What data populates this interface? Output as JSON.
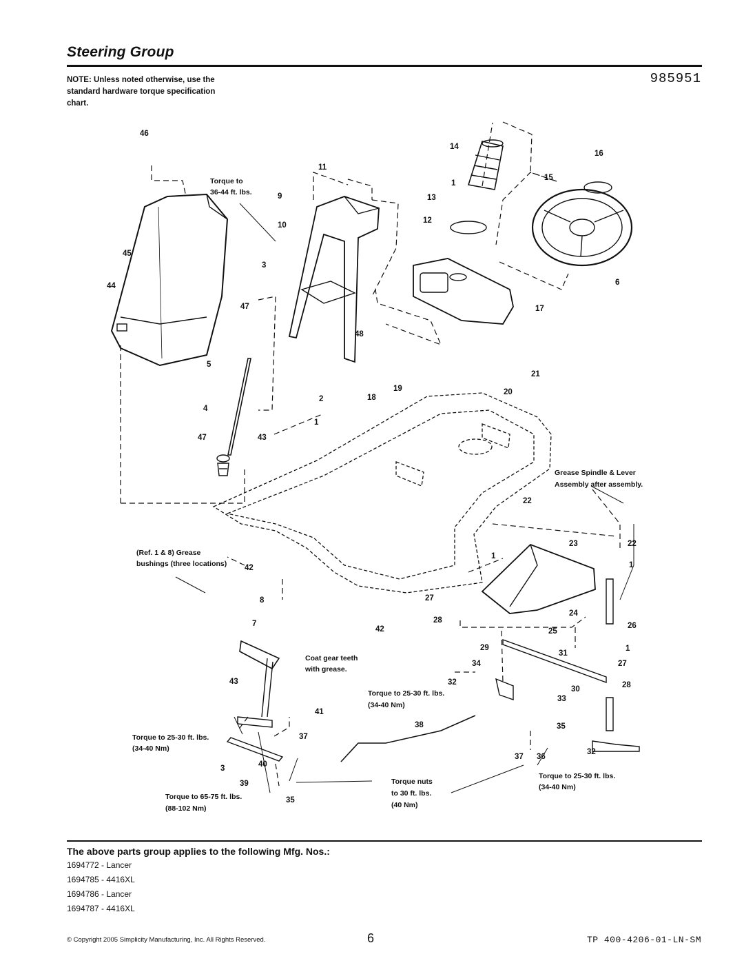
{
  "header": {
    "title": "Steering Group",
    "doc_number": "985951",
    "note": "NOTE: Unless noted otherwise, use the standard hardware torque specification chart."
  },
  "callouts": {
    "torque_36_44": [
      "Torque to",
      "36-44 ft. lbs."
    ],
    "grease_spindle": [
      "Grease Spindle & Lever",
      "Assembly after assembly."
    ],
    "ref_bushings": [
      "(Ref. 1 & 8) Grease",
      "bushings (three locations)"
    ],
    "coat_gear": [
      "Coat gear teeth",
      "with grease."
    ],
    "torque_32": [
      "Torque to 25-30 ft. lbs.",
      "(34-40 Nm)"
    ],
    "torque_left": [
      "Torque to 25-30 ft. lbs.",
      "(34-40 Nm)"
    ],
    "torque_right": [
      "Torque to 25-30 ft. lbs.",
      "(34-40 Nm)"
    ],
    "torque_65_75": [
      "Torque to 65-75 ft. lbs.",
      "(88-102 Nm)"
    ],
    "torque_nuts": [
      "Torque nuts",
      "to 30 ft. lbs.",
      "(40 Nm)"
    ]
  },
  "part_numbers": [
    "46",
    "45",
    "44",
    "5",
    "4",
    "47",
    "47",
    "43",
    "11",
    "9",
    "10",
    "3",
    "2",
    "1",
    "48",
    "14",
    "1",
    "13",
    "12",
    "16",
    "15",
    "6",
    "17",
    "21",
    "20",
    "19",
    "18",
    "22",
    "23",
    "22",
    "1",
    "1",
    "27",
    "28",
    "24",
    "25",
    "26",
    "29",
    "31",
    "1",
    "34",
    "27",
    "32",
    "33",
    "30",
    "28",
    "38",
    "35",
    "37",
    "36",
    "32",
    "42",
    "8",
    "7",
    "42",
    "43",
    "41",
    "37",
    "3",
    "40",
    "39",
    "35"
  ],
  "applies_to": {
    "heading": "The above parts group applies to the following Mfg. Nos.:",
    "items": [
      "1694772 - Lancer",
      "1694785 - 4416XL",
      "1694786 - Lancer",
      "1694787 - 4416XL"
    ]
  },
  "footer": {
    "copyright": "© Copyright 2005 Simplicity Manufacturing, Inc. All Rights Reserved.",
    "page": "6",
    "code": "TP 400-4206-01-LN-SM"
  }
}
